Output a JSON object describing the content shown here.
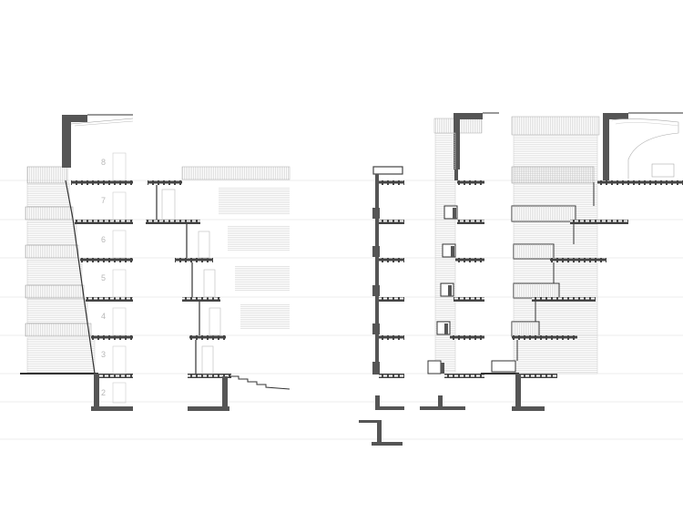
{
  "drawing": {
    "type": "architectural building sections",
    "colors": {
      "background": "#ffffff",
      "guide_lines": "#e4e4e4",
      "line_work": "#3a3a3a",
      "fine_hatch": "#b5b5b5",
      "cut_fill": "#5a5a5a",
      "level_numbers": "#b8b8b8"
    }
  },
  "level_labels": [
    "8",
    "7",
    "6",
    "5",
    "4",
    "3",
    "2"
  ]
}
